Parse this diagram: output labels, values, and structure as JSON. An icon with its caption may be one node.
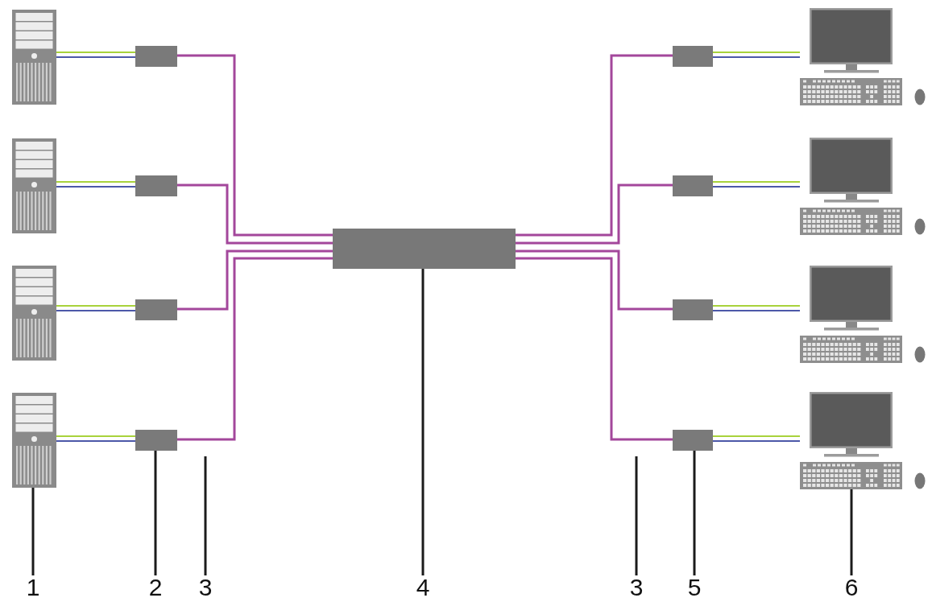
{
  "diagram": {
    "nodes": [
      {
        "text": [],
        "shape": "picture"
      },
      {
        "text": [],
        "shape": "picture"
      },
      {
        "text": [],
        "shape": "picture"
      },
      {
        "text": [],
        "shape": "picture"
      },
      {
        "text": [],
        "shape": "box"
      },
      {
        "text": [],
        "shape": "box"
      },
      {
        "text": [],
        "shape": "box"
      },
      {
        "text": [],
        "shape": "box"
      },
      {
        "text": [],
        "shape": "box"
      },
      {
        "text": [],
        "shape": "box"
      },
      {
        "text": [],
        "shape": "box"
      },
      {
        "text": [],
        "shape": "box"
      },
      {
        "text": [],
        "shape": "box"
      },
      {
        "text": [],
        "shape": "picture"
      },
      {
        "text": [],
        "shape": "picture"
      },
      {
        "text": [],
        "shape": "picture"
      },
      {
        "text": [],
        "shape": "picture"
      },
      {
        "text": [
          "1"
        ]
      },
      {
        "text": [
          "2"
        ]
      },
      {
        "text": [
          "3"
        ]
      },
      {
        "text": [
          "4"
        ]
      },
      {
        "text": [
          "3"
        ]
      },
      {
        "text": [
          "5"
        ]
      },
      {
        "text": [
          "6"
        ]
      }
    ],
    "edges": [
      {
        "from": 0,
        "to": 4,
        "arrow": "none",
        "color": "#a8d23c"
      },
      {
        "from": 1,
        "to": 5,
        "arrow": "none",
        "color": "#a8d23c"
      },
      {
        "from": 2,
        "to": 6,
        "arrow": "none",
        "color": "#a8d23c"
      },
      {
        "from": 3,
        "to": 7,
        "arrow": "none",
        "color": "#a8d23c"
      },
      {
        "from": 0,
        "to": 4,
        "arrow": "none",
        "color": "#4c58a8"
      },
      {
        "from": 1,
        "to": 5,
        "arrow": "none",
        "color": "#4c58a8"
      },
      {
        "from": 2,
        "to": 6,
        "arrow": "none",
        "color": "#4c58a8"
      },
      {
        "from": 3,
        "to": 7,
        "arrow": "none",
        "color": "#4c58a8"
      },
      {
        "from": 4,
        "to": 8,
        "arrow": "none",
        "color": "#a3479b"
      },
      {
        "from": 5,
        "to": 8,
        "arrow": "none",
        "color": "#a3479b"
      },
      {
        "from": 6,
        "to": 8,
        "arrow": "none",
        "color": "#a3479b"
      },
      {
        "from": 7,
        "to": 8,
        "arrow": "none",
        "color": "#a3479b"
      },
      {
        "from": 8,
        "to": 9,
        "arrow": "none",
        "color": "#a3479b"
      },
      {
        "from": 8,
        "to": 10,
        "arrow": "none",
        "color": "#a3479b"
      },
      {
        "from": 8,
        "to": 11,
        "arrow": "none",
        "color": "#a3479b"
      },
      {
        "from": 8,
        "to": 12,
        "arrow": "none",
        "color": "#a3479b"
      },
      {
        "from": 9,
        "to": 13,
        "arrow": "none",
        "color": "#a8d23c"
      },
      {
        "from": 10,
        "to": 14,
        "arrow": "none",
        "color": "#a8d23c"
      },
      {
        "from": 11,
        "to": 15,
        "arrow": "none",
        "color": "#a8d23c"
      },
      {
        "from": 12,
        "to": 16,
        "arrow": "none",
        "color": "#a8d23c"
      },
      {
        "from": 9,
        "to": 13,
        "arrow": "none",
        "color": "#4c58a8"
      },
      {
        "from": 10,
        "to": 14,
        "arrow": "none",
        "color": "#4c58a8"
      },
      {
        "from": 11,
        "to": 15,
        "arrow": "none",
        "color": "#4c58a8"
      },
      {
        "from": 12,
        "to": 16,
        "arrow": "none",
        "color": "#4c58a8"
      },
      {
        "from": 17,
        "to": 3,
        "arrow": "none",
        "color": "#1b1b1b"
      },
      {
        "from": 18,
        "to": 7,
        "arrow": "none",
        "color": "#1b1b1b"
      },
      {
        "from": 19,
        "to": null,
        "arrow": "none",
        "color": "#1b1b1b"
      },
      {
        "from": 20,
        "to": 8,
        "arrow": "none",
        "color": "#1b1b1b"
      },
      {
        "from": 21,
        "to": null,
        "arrow": "none",
        "color": "#1b1b1b"
      },
      {
        "from": 22,
        "to": 12,
        "arrow": "none",
        "color": "#1b1b1b"
      },
      {
        "from": 23,
        "to": 16,
        "arrow": "none",
        "color": "#1b1b1b"
      }
    ]
  }
}
